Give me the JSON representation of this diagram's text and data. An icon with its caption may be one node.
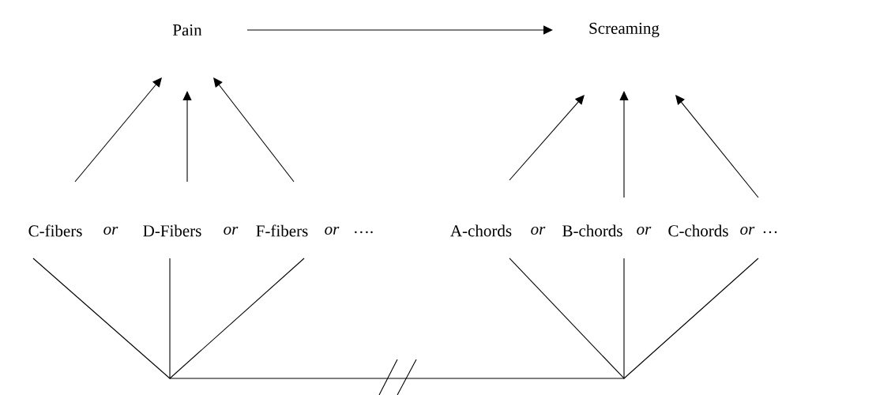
{
  "diagram": {
    "nodes": [
      {
        "text": [
          "Pain"
        ]
      },
      {
        "text": [
          "Screaming"
        ]
      },
      {
        "text": [
          "C-fibers"
        ]
      },
      {
        "text": [
          "D-Fibers"
        ]
      },
      {
        "text": [
          "F-fibers"
        ]
      },
      {
        "text": [
          "A-chords"
        ]
      },
      {
        "text": [
          "B-chords"
        ]
      },
      {
        "text": [
          "C-chords"
        ]
      },
      {
        "text": [],
        "shape": "point"
      },
      {
        "text": [],
        "shape": "point"
      }
    ],
    "edges": [
      {
        "from": 0,
        "to": 1,
        "arrow": "to"
      },
      {
        "from": 2,
        "to": 0,
        "arrow": "to"
      },
      {
        "from": 3,
        "to": 0,
        "arrow": "to"
      },
      {
        "from": 4,
        "to": 0,
        "arrow": "to"
      },
      {
        "from": 5,
        "to": 1,
        "arrow": "to"
      },
      {
        "from": 6,
        "to": 1,
        "arrow": "to"
      },
      {
        "from": 7,
        "to": 1,
        "arrow": "to"
      },
      {
        "from": 2,
        "to": 8,
        "arrow": "none"
      },
      {
        "from": 3,
        "to": 8,
        "arrow": "none"
      },
      {
        "from": 4,
        "to": 8,
        "arrow": "none"
      },
      {
        "from": 5,
        "to": 9,
        "arrow": "none"
      },
      {
        "from": 6,
        "to": 9,
        "arrow": "none"
      },
      {
        "from": 7,
        "to": 9,
        "arrow": "none"
      },
      {
        "from": 8,
        "to": 9,
        "arrow": "none"
      }
    ],
    "labels": [
      "*or*",
      "*or*",
      "*or*",
      "….",
      "*or*",
      "*or*",
      "*or*",
      "…"
    ]
  }
}
